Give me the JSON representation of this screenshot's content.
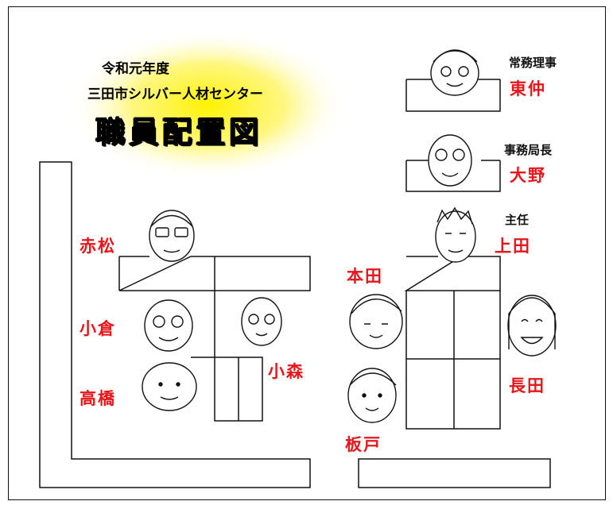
{
  "title": {
    "line1": "令和元年度",
    "line2": "三田市シルバー人材センター",
    "line3": "職員配置図"
  },
  "staff": {
    "higashinaka": {
      "role": "常務理事",
      "name": "東仲"
    },
    "ono": {
      "role": "事務局長",
      "name": "大野"
    },
    "ueda": {
      "role": "主任",
      "name": "上田"
    },
    "akamatsu": {
      "name": "赤松"
    },
    "ogura": {
      "name": "小倉"
    },
    "komori": {
      "name": "小森"
    },
    "takahashi": {
      "name": "高橋"
    },
    "honda": {
      "name": "本田"
    },
    "itado": {
      "name": "板戸"
    },
    "nagata": {
      "name": "長田"
    }
  },
  "colors": {
    "name_red": "#e8161a",
    "glow": "#fff200",
    "line": "#111111"
  }
}
